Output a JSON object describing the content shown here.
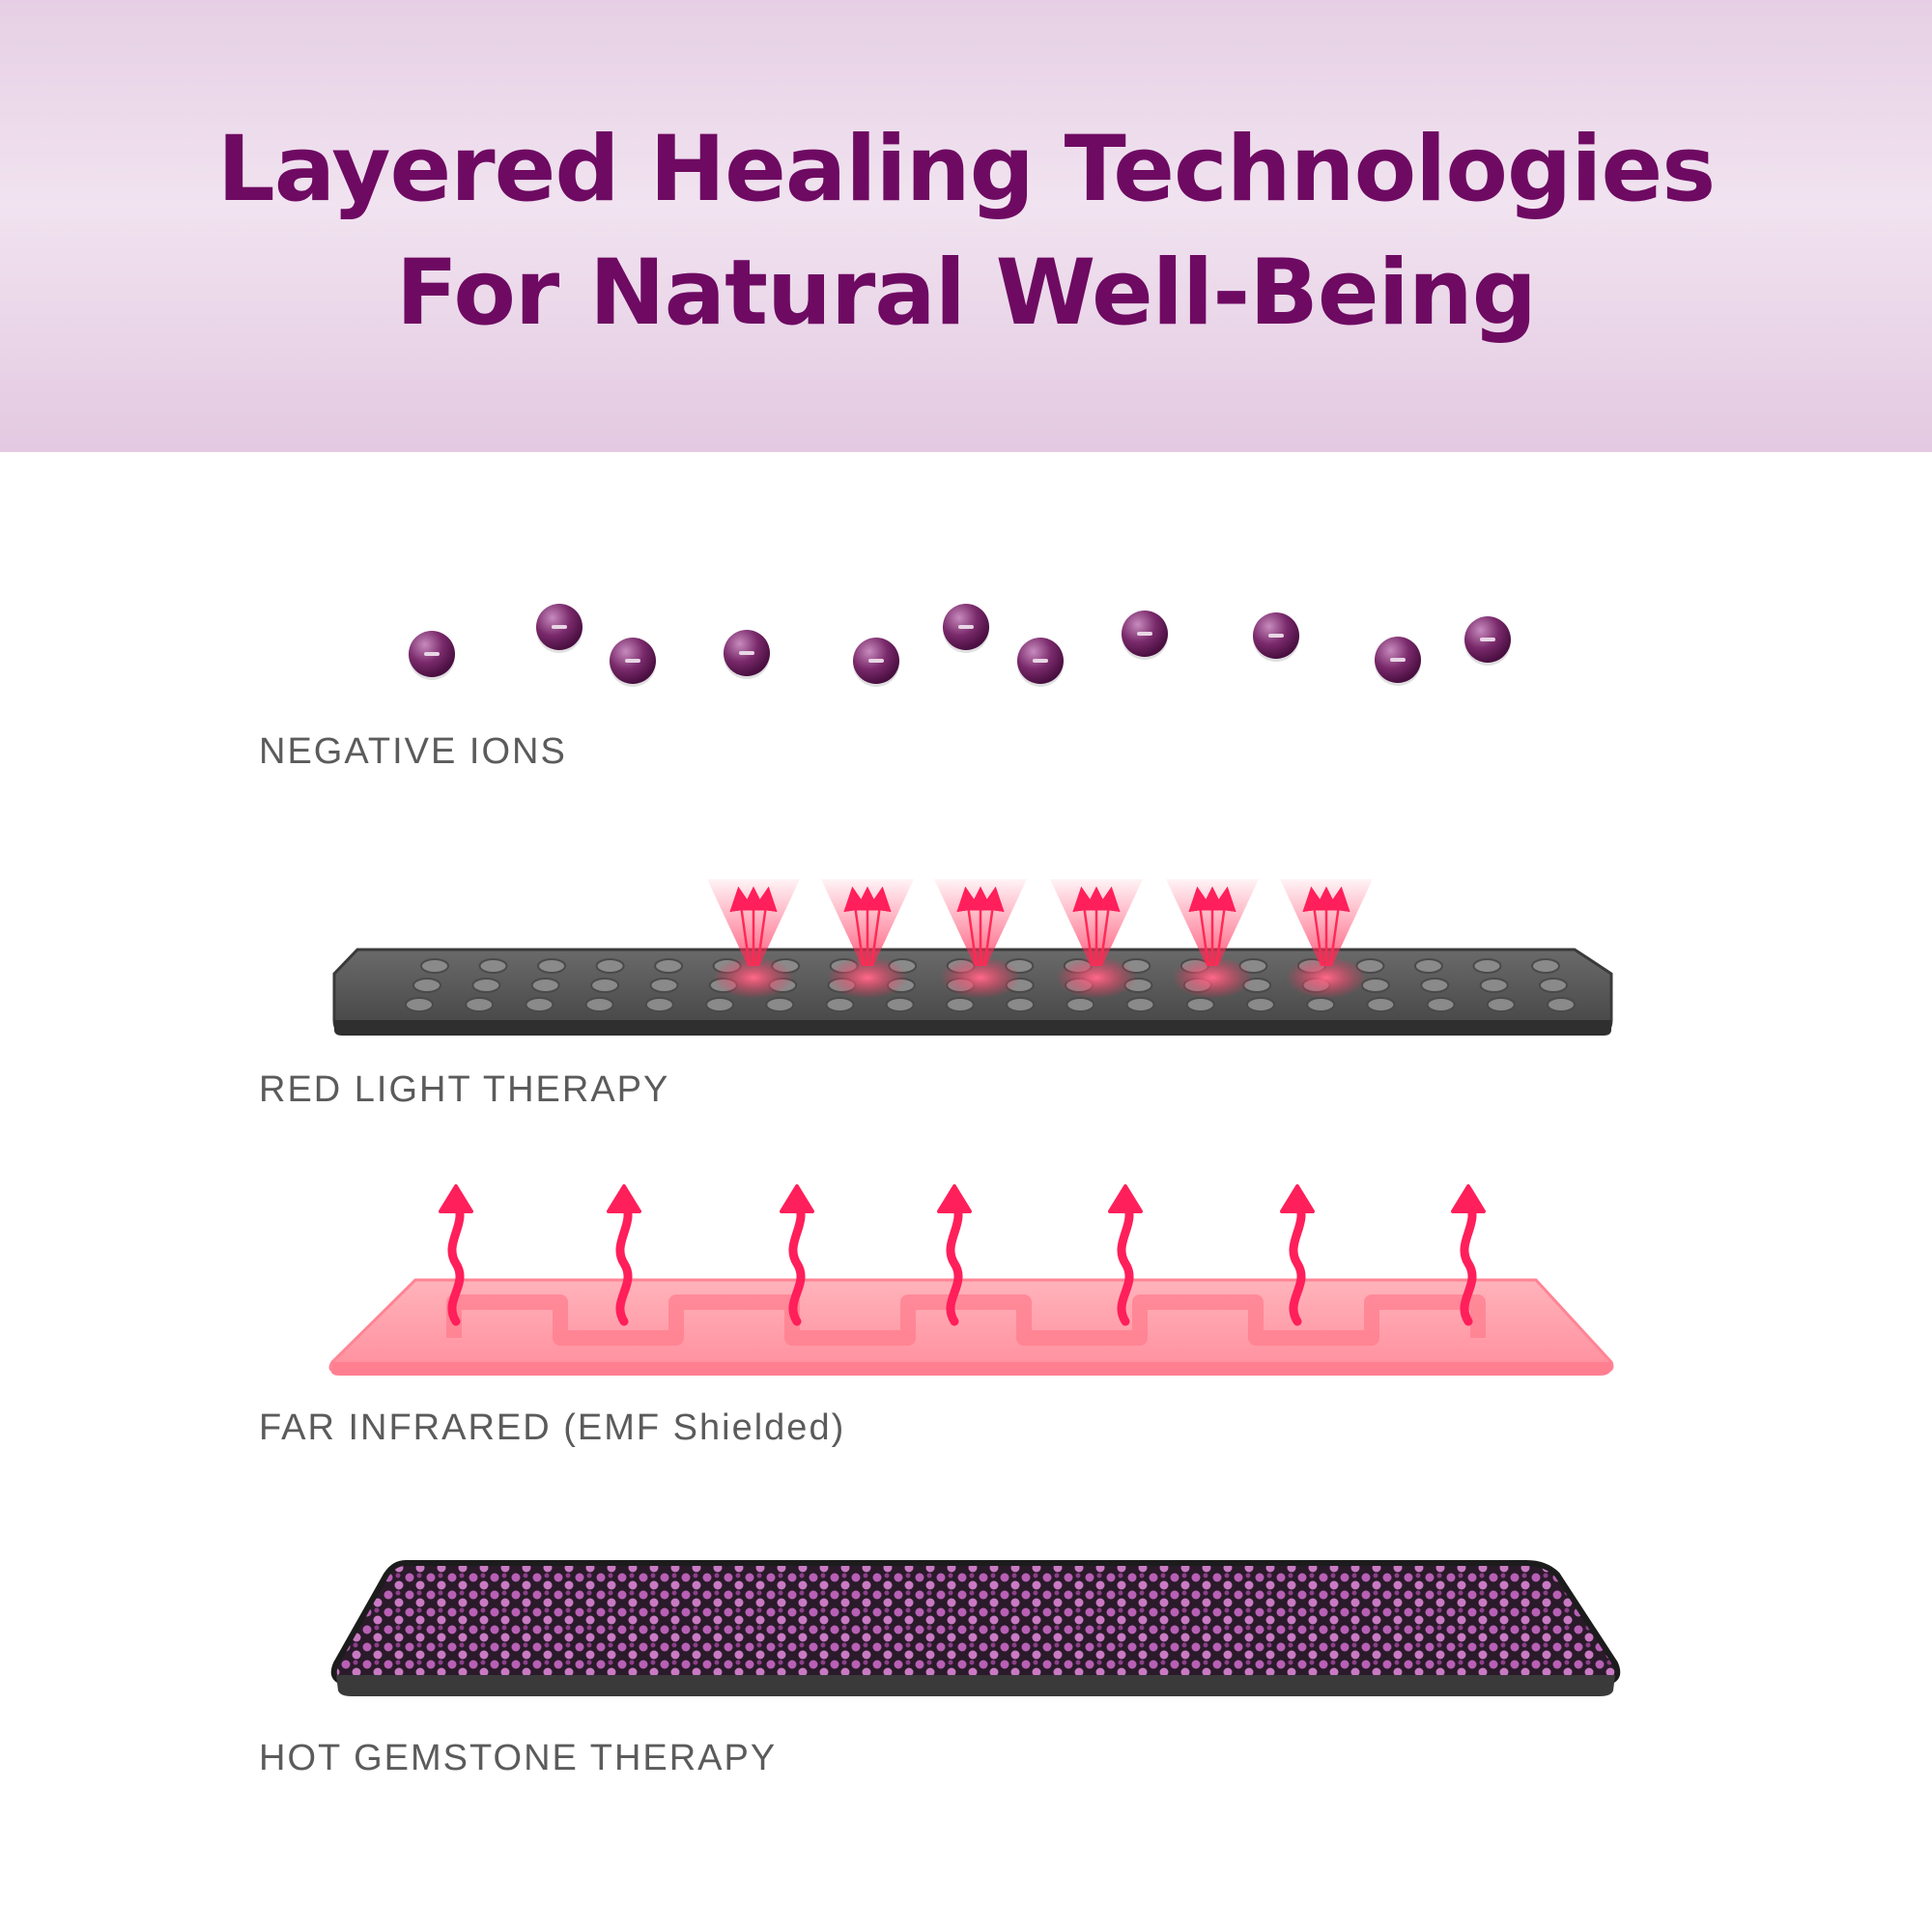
{
  "header": {
    "title_line1": "Layered Healing Technologies",
    "title_line2": "For Natural Well-Being"
  },
  "layers": [
    {
      "label": "NEGATIVE IONS",
      "icon": "negative-ion-icon"
    },
    {
      "label": "RED LIGHT THERAPY",
      "icon": "red-light-mat"
    },
    {
      "label": "FAR INFRARED (EMF Shielded)",
      "icon": "heat-wave-arrow-icon"
    },
    {
      "label": "HOT GEMSTONE THERAPY",
      "icon": "gemstone-mat"
    }
  ],
  "colors": {
    "brand_purple": "#6e0a62",
    "ion_purple": "#7a2a6b",
    "red_light": "#ff2a55",
    "infrared_pink": "#ff9aa6",
    "gemstone_purple": "#b860b5",
    "mat_gray": "#555555"
  }
}
